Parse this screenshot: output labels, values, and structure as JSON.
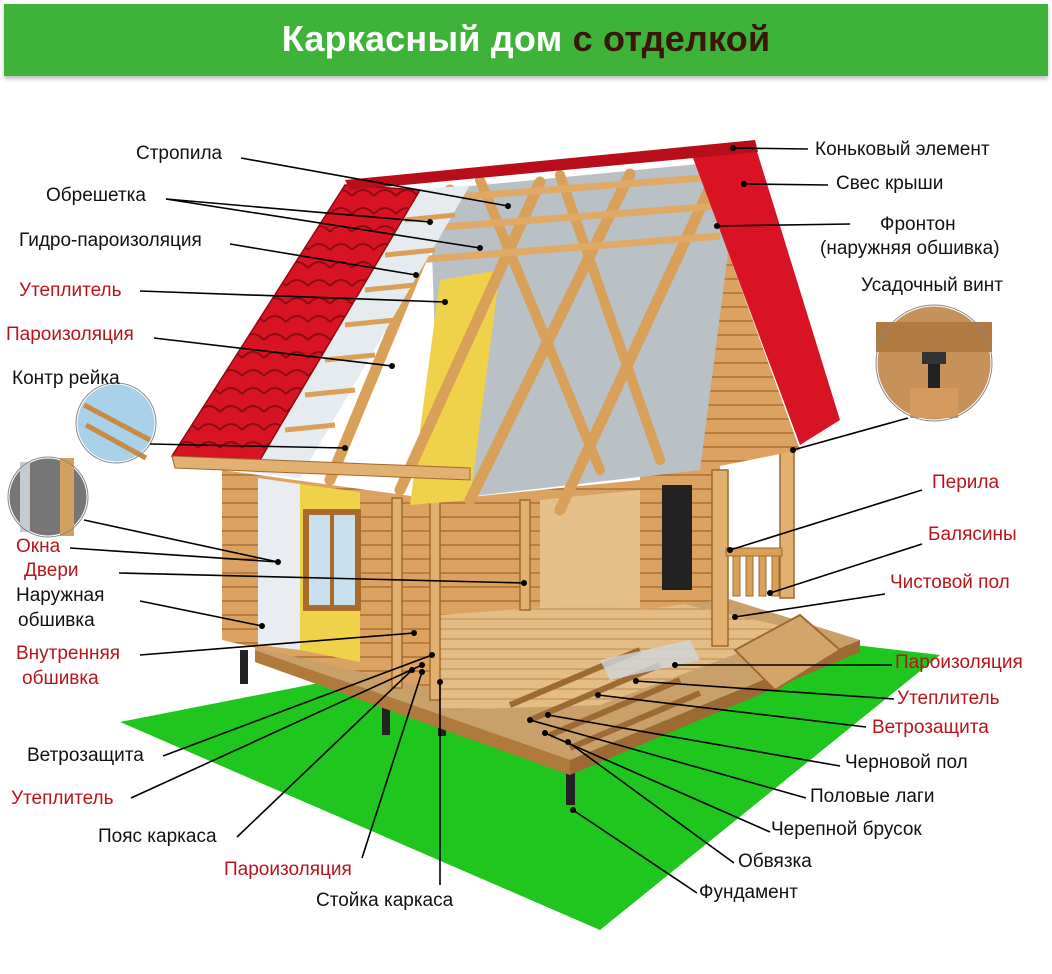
{
  "title": {
    "part1": "Каркасный дом ",
    "part2": "с отделкой"
  },
  "colors": {
    "banner": "#3fb23a",
    "roof": "#d81424",
    "timber": "#d9a05a",
    "insulation": "#f0d23a",
    "grass": "#1ec61e",
    "red_label": "#b8141a"
  },
  "labels": {
    "stropila": "Стропила",
    "obreshetka": "Обрешетка",
    "gidro": "Гидро-пароизоляция",
    "uteplitel_roof": "Утеплитель",
    "paroizol_roof": "Пароизоляция",
    "kontr_reika": "Контр рейка",
    "okna": "Окна",
    "dveri": "Двери",
    "naruzh_1": "Наружная",
    "naruzh_2": "обшивка",
    "vnutr_1": "Внутренняя",
    "vnutr_2": "обшивка",
    "vetro_left": "Ветрозащита",
    "uteplitel_left": "Утеплитель",
    "poyas": "Пояс каркаса",
    "paroizol_bottom": "Пароизоляция",
    "stoika": "Стойка каркаса",
    "konek": "Коньковый элемент",
    "sves": "Свес крыши",
    "fronton_1": "Фронтон",
    "fronton_2": "(наружняя обшивка)",
    "vint": "Усадочный винт",
    "perila": "Перила",
    "balyasiny": "Балясины",
    "chist_pol": "Чистовой пол",
    "paroizol_floor": "Пароизоляция",
    "uteplitel_floor": "Утеплитель",
    "vetro_floor": "Ветрозащита",
    "chern_pol": "Черновой пол",
    "lagi": "Половые лаги",
    "cherep": "Черепной брусок",
    "obvyazka": "Обвязка",
    "fundament": "Фундамент"
  }
}
